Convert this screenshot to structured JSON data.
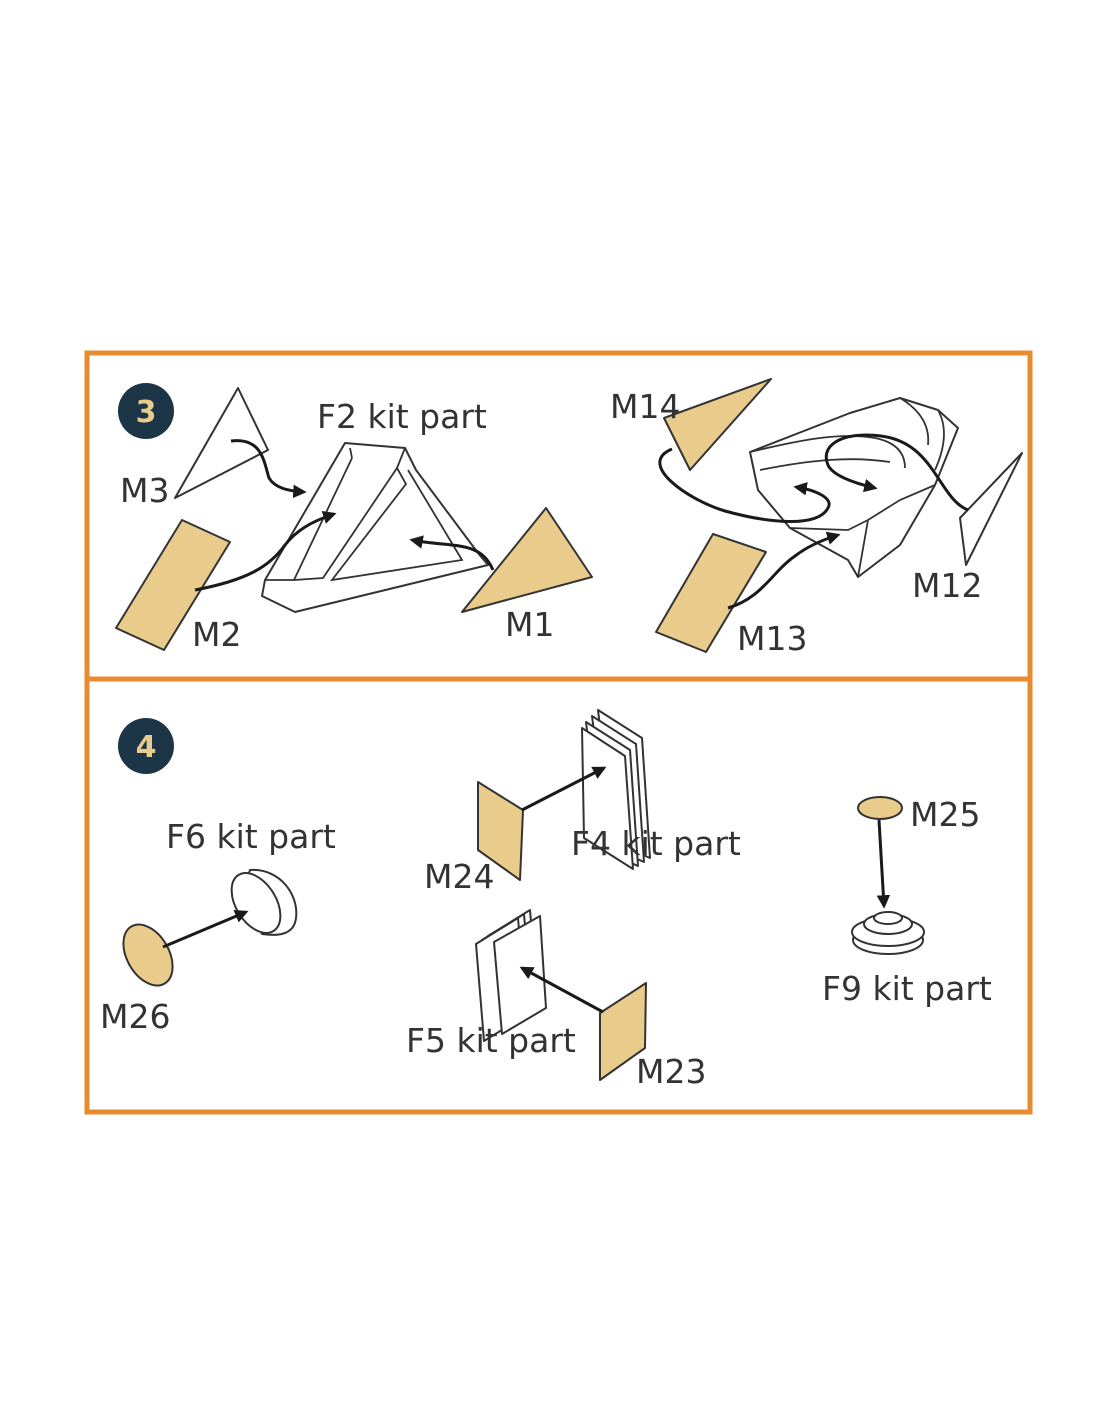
{
  "colors": {
    "frame": "#e88a2e",
    "badge": "#1c3547",
    "badge_text": "#e9cc8c",
    "mask_part": "#e9cc8c",
    "line": "#333333"
  },
  "step3": {
    "number": "3",
    "labels": {
      "f2": "F2 kit part",
      "m3": "M3",
      "m2": "M2",
      "m1": "M1",
      "m14": "M14",
      "m12": "M12",
      "m13": "M13"
    }
  },
  "step4": {
    "number": "4",
    "labels": {
      "f6": "F6 kit part",
      "m26": "M26",
      "m24": "M24",
      "f4": "F4 kit part",
      "f5": "F5 kit part",
      "m23": "M23",
      "m25": "M25",
      "f9": "F9 kit part"
    }
  }
}
